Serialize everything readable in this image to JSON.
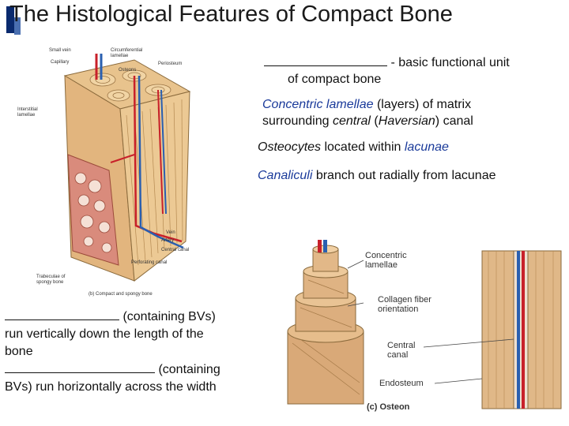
{
  "title": "The Histological Features of Compact Bone",
  "bullets": {
    "osteon_line1_suffix": " - basic functional unit",
    "osteon_line2": "of compact bone",
    "lamellae_term": "Concentric lamellae",
    "lamellae_rest": " (layers) of matrix",
    "lamellae_line2_pre": "surrounding ",
    "central": "central",
    "paren_open": " (",
    "haversian": "Haversian",
    "paren_close_canal": ") canal",
    "osteocytes_term": "Osteocytes",
    "osteocytes_mid": " located within ",
    "lacunae": "lacunae",
    "canaliculi_term": "Canaliculi",
    "canaliculi_rest": " branch out radially from lacunae"
  },
  "left_text": {
    "line1_suffix": " (containing BVs)",
    "line2": "run vertically down the length of the",
    "line3": "bone",
    "line4_suffix": " (containing",
    "line5": "BVs) run horizontally across the width"
  },
  "diagram_left": {
    "labels": {
      "small_vein": "Small vein",
      "capillary": "Capillary",
      "circumferential": "Circumferential lamellae",
      "osteons": "Osteons",
      "periosteum": "Periosteum",
      "interstitial": "Interstitial lamellae",
      "vein": "Vein",
      "artery": "Artery",
      "central_canal": "Central canal",
      "perforating_canal": "Perforating canal",
      "trabeculae": "Trabeculae of spongy bone"
    },
    "caption": "(b) Compact and spongy bone"
  },
  "diagram_right": {
    "labels": {
      "concentric": "Concentric lamellae",
      "collagen": "Collagen fiber orientation",
      "central": "Central canal",
      "endosteum": "Endosteum"
    },
    "caption": "(c) Osteon"
  },
  "colors": {
    "bone": "#e8c38d",
    "spongy": "#d98b7c",
    "artery": "#c8202a",
    "vein": "#2a5fb0",
    "title_mark": "#0a2a6e"
  }
}
